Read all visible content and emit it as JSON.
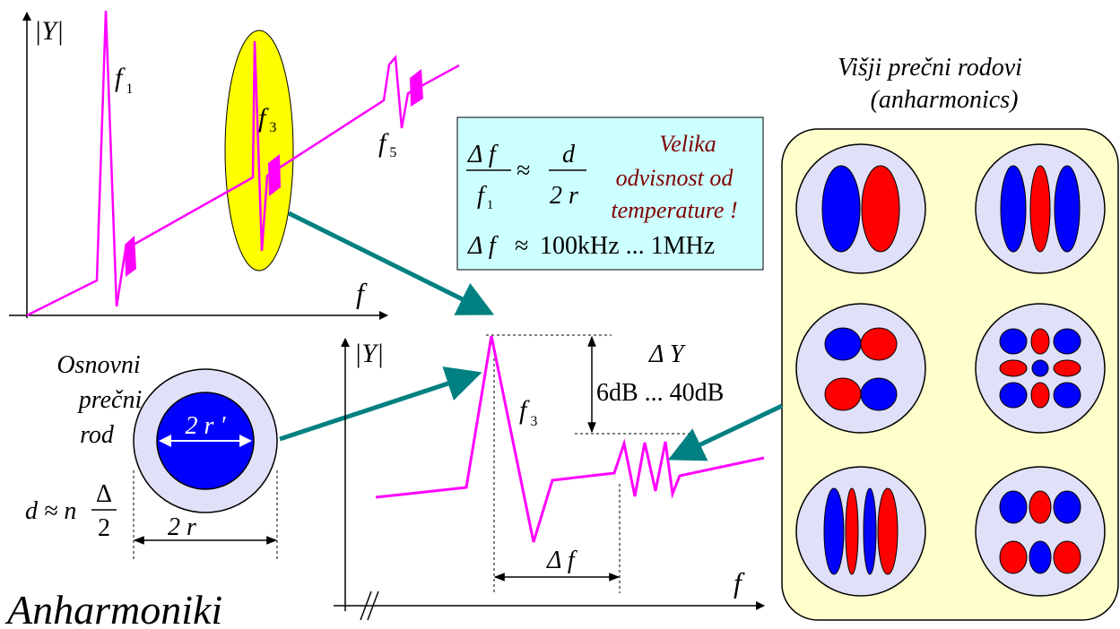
{
  "title": "Anharmoniki",
  "top_spectrum": {
    "y_axis_label": "|Y|",
    "x_axis_label": "f",
    "peak_labels": {
      "f1": "f",
      "f1_sub": "1",
      "f3": "f",
      "f3_sub": "3",
      "f5": "f",
      "f5_sub": "5"
    }
  },
  "info_box": {
    "delta_f": "Δ f",
    "f1": "f",
    "f1_sub": "1",
    "approx": "≈",
    "d": "d",
    "two_r": "2 r",
    "note_line1": "Velika",
    "note_line2": "odvisnost od",
    "note_line3": "temperature !",
    "range_left": "Δ f",
    "range_right": "100kHz ... 1MHz"
  },
  "fundamental_mode": {
    "label_line1": "Osnovni",
    "label_line2": "prečni",
    "label_line3": "rod",
    "core_label": "2 r ′",
    "outer_label": "2 r",
    "formula_left": "d ≈ n",
    "formula_num": "Δ",
    "formula_den": "2"
  },
  "zoom_spectrum": {
    "y_axis_label": "|Y|",
    "x_axis_label": "f",
    "peak_label": "f",
    "peak_sub": "3",
    "delta_y": "Δ Y",
    "delta_y_range": "6dB ... 40dB",
    "delta_f": "Δ f"
  },
  "higher_modes": {
    "title_line1": "Višji prečni rodovi",
    "title_line2": "(anharmonics)"
  },
  "colors": {
    "magenta": "#ff00ff",
    "teal": "#008080",
    "yellow": "#ffff00",
    "info_box_bg": "#ccffff",
    "note_red": "#800000",
    "panel_bg": "#ffffcc",
    "mode_circle_bg": "#e0e0f8",
    "lobe_blue": "#0000ff",
    "lobe_red": "#ff0000"
  }
}
